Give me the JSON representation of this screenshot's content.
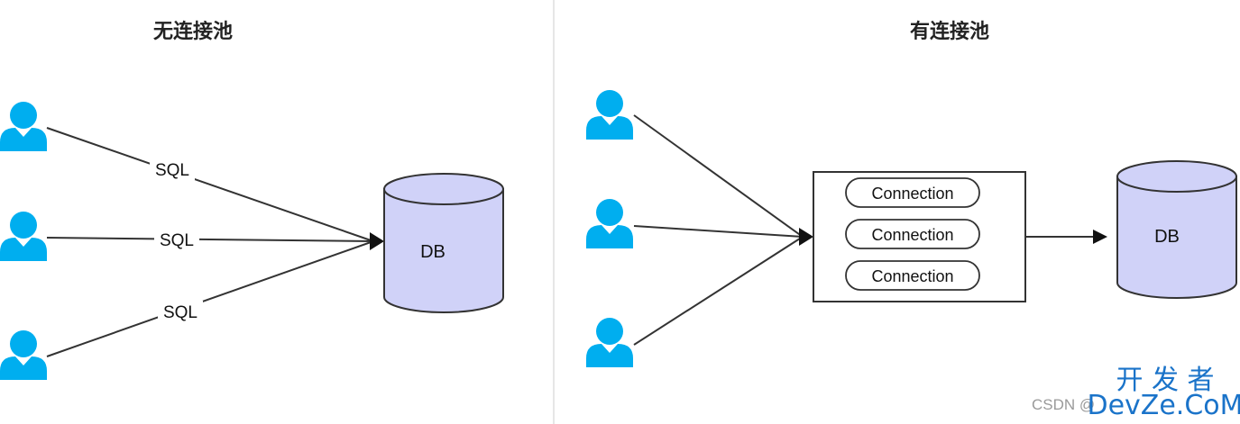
{
  "left_panel": {
    "title": "无连接池",
    "db_label": "DB",
    "sql_labels": [
      "SQL",
      "SQL",
      "SQL"
    ]
  },
  "right_panel": {
    "title": "有连接池",
    "db_label": "DB",
    "connections": [
      "Connection",
      "Connection",
      "Connection"
    ]
  },
  "watermark": {
    "cn": "开 发 者",
    "site": "DevZe.CoM",
    "csdn": "CSDN @"
  },
  "colors": {
    "user": "#00aeef",
    "db_fill": "#d0d2f8",
    "line": "#333333",
    "divider": "#e6e6e6"
  }
}
